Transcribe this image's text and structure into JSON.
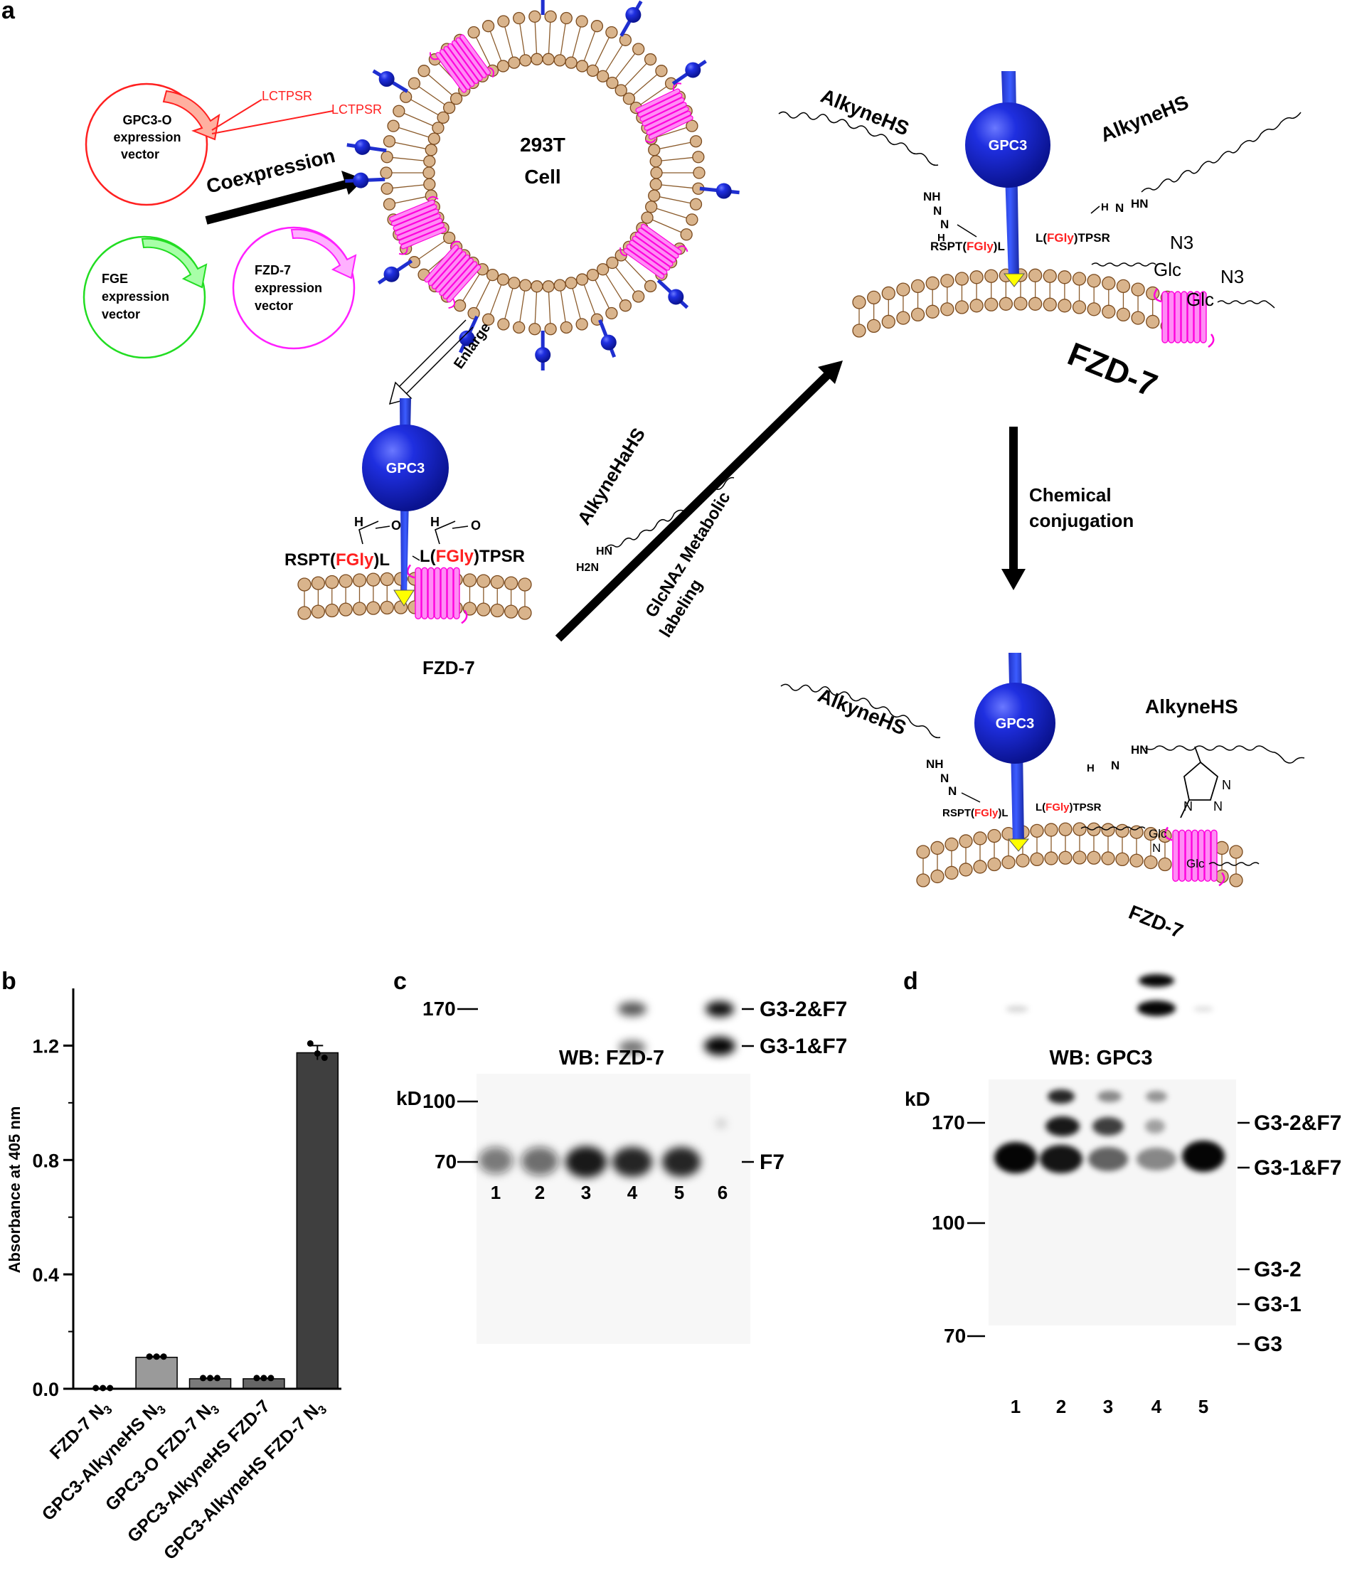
{
  "panels": {
    "a": {
      "label": "a",
      "lctpsr_1": "LCTPSR",
      "lctpsr_2": "LCTPSR",
      "gpc3o_vector": [
        "GPC3-O",
        "expression",
        "vector"
      ],
      "fge_vector": [
        "FGE",
        "expression",
        "vector"
      ],
      "fzd7_vector": [
        "FZD-7",
        "expression",
        "vector"
      ],
      "coexpression": "Coexpression",
      "cell": [
        "293T",
        "Cell"
      ],
      "enlarge": "Enlarge",
      "gpc3": "GPC3",
      "rspt_left": "RSPT(",
      "fgly": "FGly",
      "rspt_right": ")L",
      "l_left": "L(",
      "tpsr_right": ")TPSR",
      "fzd7": "FZD-7",
      "alkyne_ha_hs": "AlkyneHaHS",
      "metabolic": [
        "GlcNAz Metabolic",
        "labeling"
      ],
      "alkyne_hs": "AlkyneHS",
      "chemical": [
        "Chemical",
        "conjugation"
      ],
      "h": "H",
      "o": "O",
      "hn": "HN",
      "h2n": "H2N",
      "nh": "NH",
      "n": "N",
      "n3": "N3",
      "glc": "Glc"
    },
    "b": {
      "label": "b",
      "chart_data": {
        "type": "bar",
        "categories": [
          "FZD-7 N3",
          "GPC3-AlkyneHS N3",
          "GPC3-O FZD-7 N3",
          "GPC3-AlkyneHS FZD-7",
          "GPC3-AlkyneHS FZD-7 N3"
        ],
        "values": [
          0.0,
          0.11,
          0.035,
          0.035,
          1.175
        ],
        "errors": [
          0.0,
          0.003,
          0.002,
          0.002,
          0.025
        ],
        "points": [
          [
            0.0,
            0.0,
            0.0
          ],
          [
            0.11,
            0.11,
            0.11
          ],
          [
            0.035,
            0.035,
            0.035
          ],
          [
            0.035,
            0.035,
            0.035
          ],
          [
            1.205,
            1.17,
            1.155
          ]
        ],
        "bar_colors": [
          "#ffffff",
          "#9a9a9a",
          "#7a7a7a",
          "#666666",
          "#3f3f3f"
        ],
        "ylabel": "Absorbance at 405 nm",
        "ylim": [
          0,
          1.4
        ],
        "yticks": [
          "0.0",
          "0.4",
          "0.8",
          "1.2"
        ],
        "ytick_values": [
          0.0,
          0.4,
          0.8,
          1.2
        ]
      }
    },
    "c": {
      "label": "c",
      "title": "WB: FZD-7",
      "kd": "kD",
      "markers": [
        "170",
        "100",
        "70"
      ],
      "lanes": [
        "1",
        "2",
        "3",
        "4",
        "5",
        "6"
      ],
      "bands": [
        "G3-2&F7",
        "G3-1&F7",
        "F7"
      ]
    },
    "d": {
      "label": "d",
      "title": "WB: GPC3",
      "kd": "kD",
      "markers": [
        "170",
        "100",
        "70"
      ],
      "lanes": [
        "1",
        "2",
        "3",
        "4",
        "5"
      ],
      "bands": [
        "G3-2&F7",
        "G3-1&F7",
        "G3-2",
        "G3-1",
        "G3"
      ]
    }
  }
}
